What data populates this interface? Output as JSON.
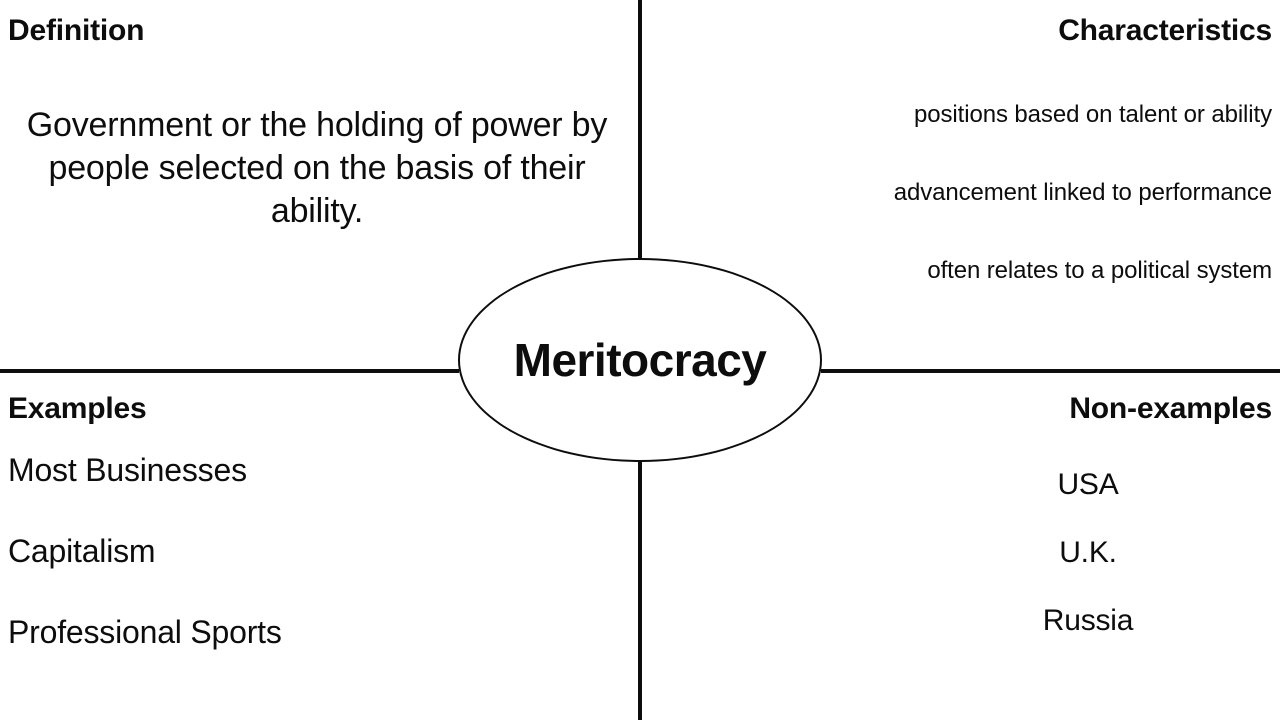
{
  "diagram": {
    "type": "frayer-model",
    "center_term": "Meritocracy",
    "colors": {
      "background": "#ffffff",
      "ink": "#0d0d0d"
    },
    "quadrants": {
      "definition": {
        "heading": "Definition",
        "body": "Government or the holding of power by people selected on the basis of their ability."
      },
      "characteristics": {
        "heading": "Characteristics",
        "items": [
          "positions based on talent or ability",
          "advancement linked to performance",
          "often relates to a political system"
        ]
      },
      "examples": {
        "heading": "Examples",
        "items": [
          "Most Businesses",
          "Capitalism",
          "Professional Sports"
        ]
      },
      "non_examples": {
        "heading": "Non-examples",
        "items": [
          "USA",
          "U.K.",
          "Russia"
        ]
      }
    }
  }
}
